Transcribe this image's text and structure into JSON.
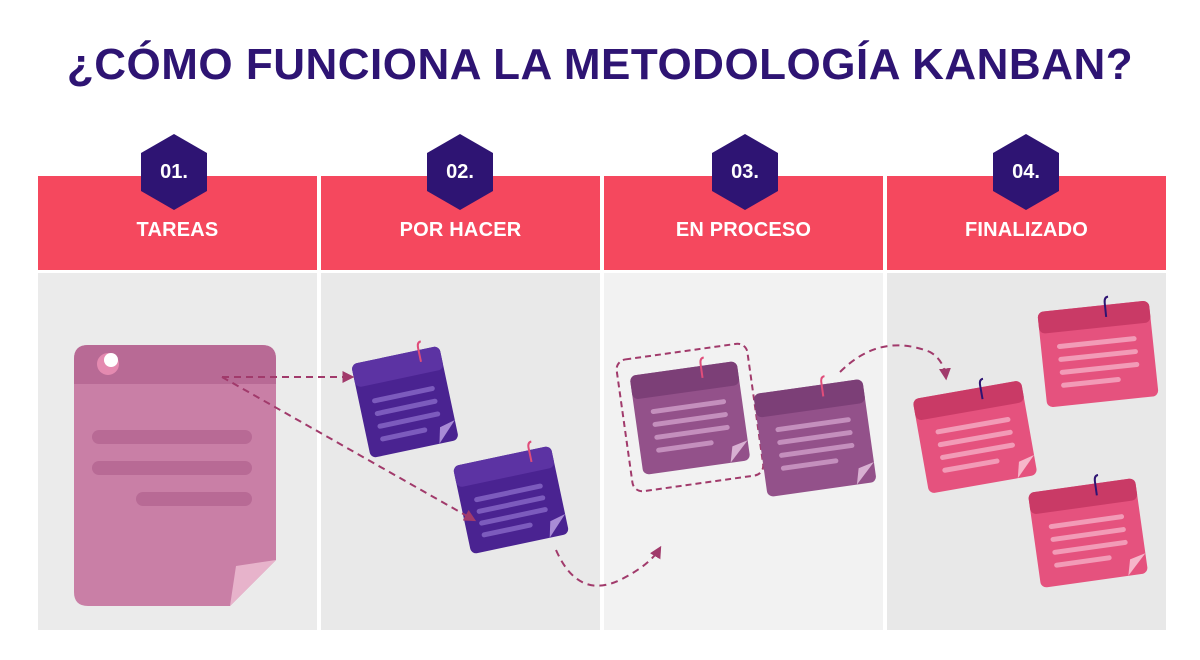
{
  "title": "¿CÓMO FUNCIONA LA METODOLOGÍA KANBAN?",
  "colors": {
    "title": "#2e1473",
    "header": "#f5485e",
    "hexagon": "#2e1473",
    "note_tareas": "#c97fa6",
    "note_por_hacer": "#4a2391",
    "note_en_proceso": "#93518a",
    "note_finalizado": "#e5527e",
    "arrow": "#a13a6b"
  },
  "columns": [
    {
      "number": "01.",
      "label": "TAREAS"
    },
    {
      "number": "02.",
      "label": "POR HACER"
    },
    {
      "number": "03.",
      "label": "EN PROCESO"
    },
    {
      "number": "04.",
      "label": "FINALIZADO"
    }
  ]
}
